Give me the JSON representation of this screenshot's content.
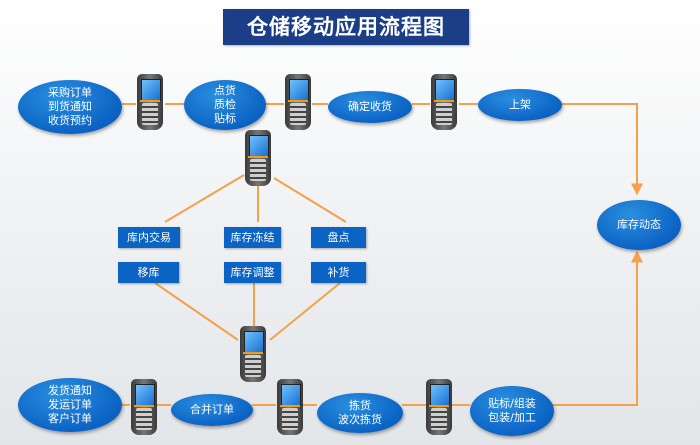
{
  "title": "仓储移动应用流程图",
  "nodes": {
    "purchase": "采购订单\n到货通知\n收货预约",
    "inspect": "点货\n质检\n贴标",
    "confirm": "确定收货",
    "shelve": "上架",
    "inventory_status": "库存动态",
    "transaction": "库内交易",
    "freeze": "库存冻结",
    "count": "盘点",
    "move": "移库",
    "adjust": "库存调整",
    "replenish": "补货",
    "shipping": "发货通知\n发运订单\n客户订单",
    "merge": "合并订单",
    "pick": "拣货\n波次拣货",
    "label_pack": "贴标/组装\n包装/加工"
  },
  "colors": {
    "node_blue": "#0b63c4",
    "title_bg": "#1b3e86",
    "connector": "#f5a04a"
  },
  "icons": [
    "handheld-terminal-icon"
  ]
}
